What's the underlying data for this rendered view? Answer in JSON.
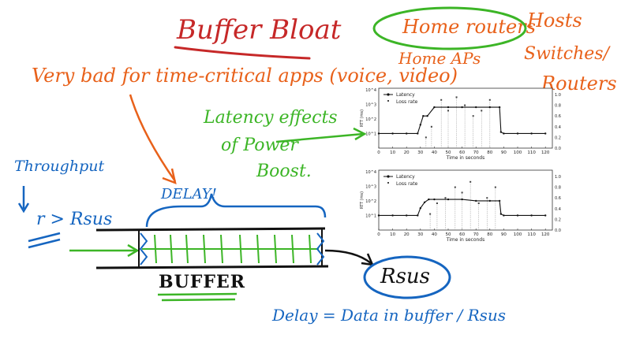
{
  "title": "Buffer Bloat",
  "subtitle": "Very bad for time-critical apps (voice, video)",
  "hosts_list": {
    "items": [
      "Home routers",
      "Home APs",
      "Hosts",
      "Switches/",
      "Routers"
    ]
  },
  "latency_note": {
    "line1": "Latency effects",
    "line2": "of Power",
    "line3": "Boost."
  },
  "throughput": {
    "label": "Throughput",
    "rate_label": "r > Rsus"
  },
  "delay_label": "DELAY!",
  "buffer_label": "BUFFER",
  "rsus_label": "Rsus",
  "formula": "Delay = Data in buffer / Rsus",
  "colors": {
    "red": "#c62828",
    "orange": "#e8611a",
    "green": "#3cb526",
    "blue": "#1565c0"
  },
  "chart_data": [
    {
      "type": "line",
      "title": "",
      "xlabel": "Time in seconds",
      "ylabel": "RTT (ms)",
      "y2ticks": [
        "0.0",
        "0.2",
        "0.4",
        "0.6",
        "0.8",
        "1.0"
      ],
      "xticks": [
        "0",
        "10",
        "20",
        "30",
        "40",
        "50",
        "60",
        "70",
        "80",
        "90",
        "100",
        "110",
        "120"
      ],
      "yticks": [
        "10^1",
        "10^2",
        "10^3",
        "10^4"
      ],
      "xlim": [
        0,
        125
      ],
      "legend": [
        "Latency",
        "Loss rate"
      ],
      "latency": {
        "x": [
          0,
          10,
          20,
          28,
          30,
          32,
          35,
          40,
          50,
          60,
          70,
          80,
          87,
          88,
          90,
          100,
          110,
          120
        ],
        "y": [
          1,
          1,
          1,
          1,
          1.6,
          2.2,
          2.2,
          2.8,
          2.8,
          2.8,
          2.8,
          2.8,
          2.8,
          1.1,
          1,
          1,
          1,
          1
        ]
      },
      "loss": {
        "x": [
          34,
          38,
          45,
          50,
          56,
          62,
          68,
          74,
          80
        ],
        "y": [
          0.2,
          0.4,
          0.9,
          0.7,
          0.95,
          0.8,
          0.6,
          0.7,
          0.9
        ]
      }
    },
    {
      "type": "line",
      "title": "",
      "xlabel": "Time in seconds",
      "ylabel": "RTT (ms)",
      "y2ticks": [
        "0.0",
        "0.2",
        "0.4",
        "0.6",
        "0.8",
        "1.0"
      ],
      "xticks": [
        "0",
        "10",
        "20",
        "30",
        "40",
        "50",
        "60",
        "70",
        "80",
        "90",
        "100",
        "110",
        "120"
      ],
      "yticks": [
        "10^1",
        "10^2",
        "10^3",
        "10^4"
      ],
      "xlim": [
        0,
        125
      ],
      "legend": [
        "Latency",
        "Loss rate"
      ],
      "latency": {
        "x": [
          0,
          10,
          20,
          28,
          30,
          33,
          36,
          40,
          50,
          60,
          70,
          80,
          87,
          88,
          90,
          100,
          110,
          120
        ],
        "y": [
          1,
          1,
          1,
          1,
          1.5,
          1.9,
          2.1,
          2.1,
          2.1,
          2.1,
          2.0,
          2.0,
          2.0,
          1.1,
          1,
          1,
          1,
          1
        ]
      },
      "loss": {
        "x": [
          37,
          42,
          48,
          55,
          60,
          66,
          72,
          78,
          84
        ],
        "y": [
          0.3,
          0.5,
          0.6,
          0.8,
          0.7,
          0.9,
          0.5,
          0.6,
          0.8
        ]
      }
    }
  ]
}
